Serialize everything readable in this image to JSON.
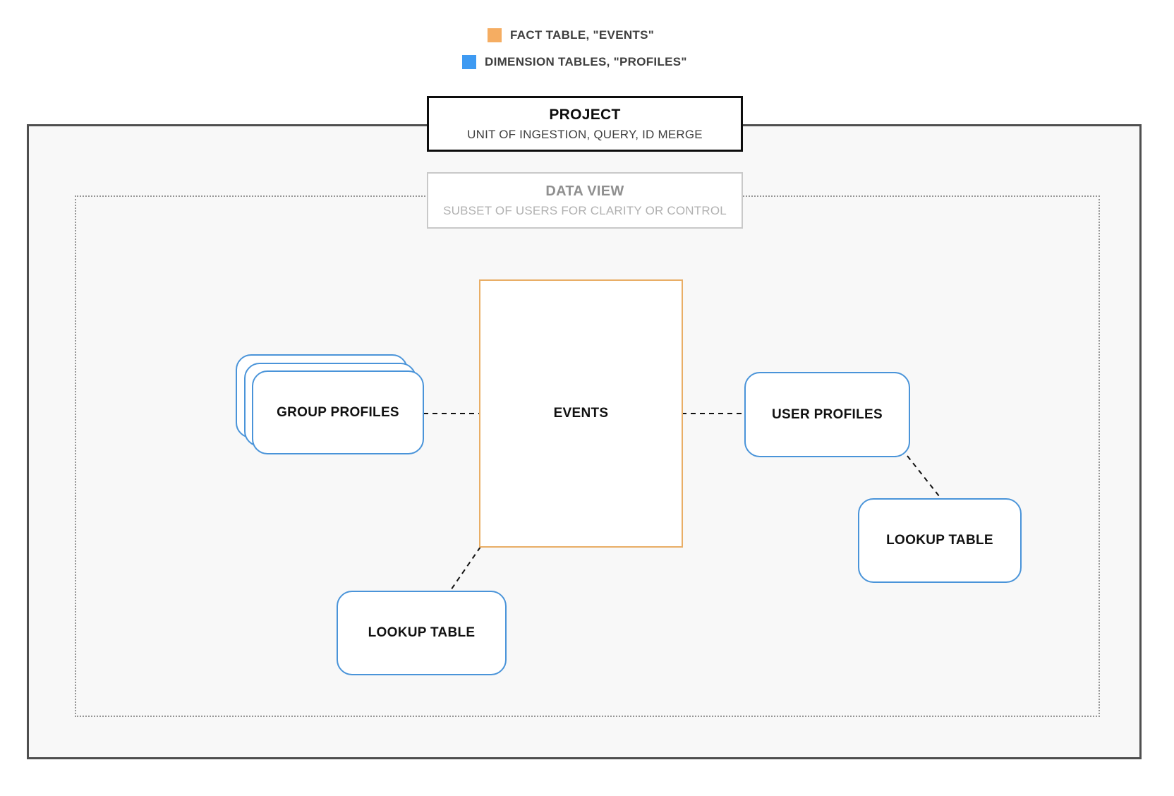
{
  "legend": {
    "items": [
      {
        "name": "fact",
        "label": "FACT TABLE, \"EVENTS\"",
        "color": "#F5AD62"
      },
      {
        "name": "dimension",
        "label": "DIMENSION TABLES, \"PROFILES\"",
        "color": "#3E9AF2"
      }
    ]
  },
  "project_box": {
    "title": "PROJECT",
    "subtitle": "UNIT OF INGESTION, QUERY, ID MERGE"
  },
  "data_view_box": {
    "title": "DATA VIEW",
    "subtitle": "SUBSET OF USERS FOR CLARITY OR CONTROL"
  },
  "nodes": {
    "events": {
      "label": "EVENTS",
      "type": "fact"
    },
    "group_profiles": {
      "label": "GROUP PROFILES",
      "type": "dimension",
      "stacked": true
    },
    "user_profiles": {
      "label": "USER PROFILES",
      "type": "dimension"
    },
    "lookup_table_left": {
      "label": "LOOKUP TABLE",
      "type": "dimension"
    },
    "lookup_table_right": {
      "label": "LOOKUP TABLE",
      "type": "dimension"
    }
  },
  "edges": [
    {
      "from": "group_profiles",
      "to": "events",
      "style": "dashed"
    },
    {
      "from": "events",
      "to": "user_profiles",
      "style": "dashed"
    },
    {
      "from": "events",
      "to": "lookup_table_left",
      "style": "dashed"
    },
    {
      "from": "user_profiles",
      "to": "lookup_table_right",
      "style": "dashed"
    }
  ],
  "colors": {
    "fact_accent": "#F5AD62",
    "dimension_accent": "#3E9AF2",
    "fact_border": "#E9AE66",
    "dimension_border": "#4A94D9",
    "outer_border": "#4F4F4F",
    "dotted_border": "#969696",
    "canvas_bg": "#F8F8F8",
    "edge_color": "#111111"
  }
}
